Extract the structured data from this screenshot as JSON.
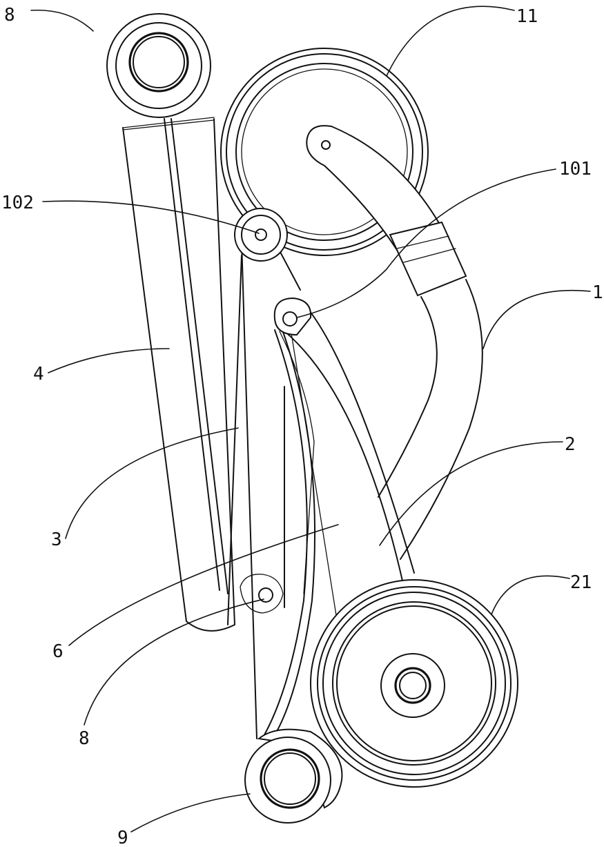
{
  "figure": {
    "labels": {
      "lbl_8_top": "8",
      "lbl_11": "11",
      "lbl_101": "101",
      "lbl_102": "102",
      "lbl_1": "1",
      "lbl_4": "4",
      "lbl_2": "2",
      "lbl_3": "3",
      "lbl_21": "21",
      "lbl_6": "6",
      "lbl_8_bottom": "8",
      "lbl_9": "9"
    },
    "colors": {
      "line": "#111111",
      "background": "#ffffff"
    }
  }
}
